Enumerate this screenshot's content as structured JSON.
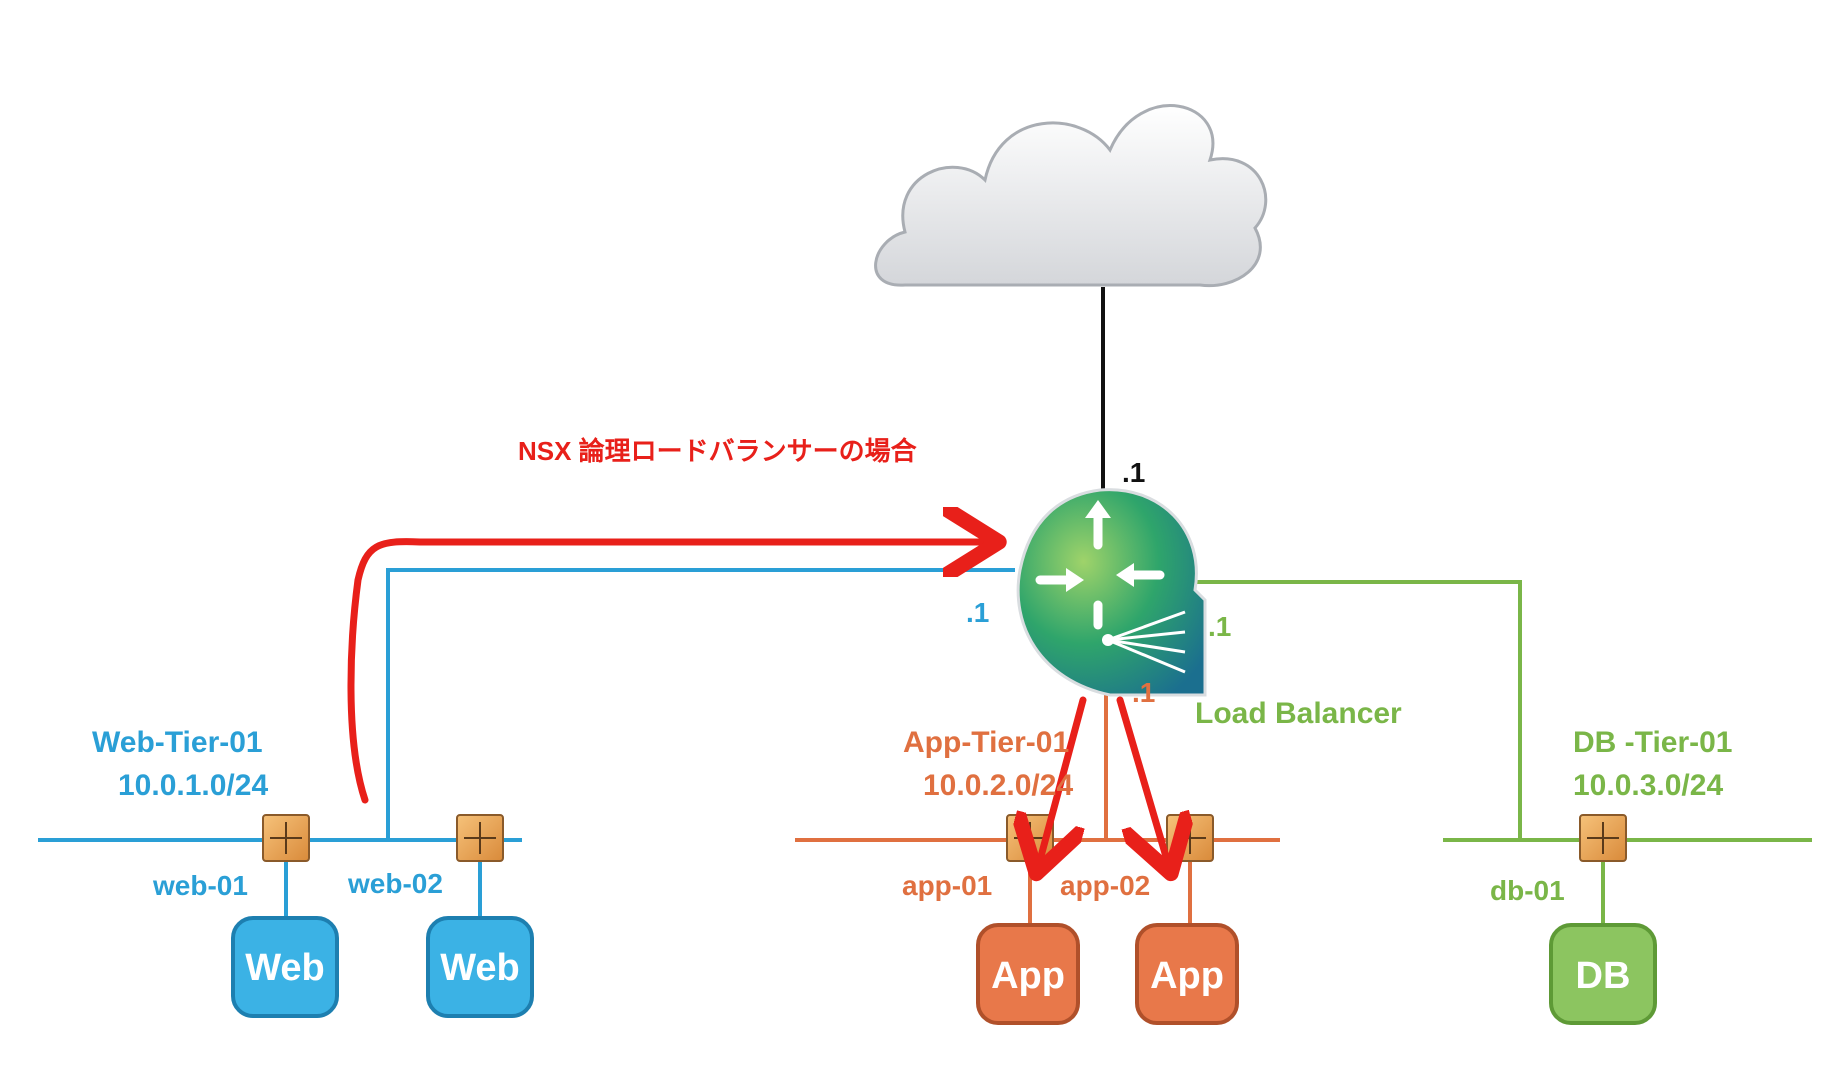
{
  "title": "NSX 論理ロードバランサーの場合",
  "router": {
    "uplink_ip": ".1",
    "web_ip": ".1",
    "db_ip": ".1",
    "app_ip": ".1"
  },
  "load_balancer_label": "Load Balancer",
  "tiers": {
    "web": {
      "name": "Web-Tier-01",
      "subnet": "10.0.1.0/24",
      "color": "#2a9fd6",
      "vms": [
        {
          "name": "web-01",
          "label": "Web"
        },
        {
          "name": "web-02",
          "label": "Web"
        }
      ]
    },
    "app": {
      "name": "App-Tier-01",
      "subnet": "10.0.2.0/24",
      "color": "#e07040",
      "vms": [
        {
          "name": "app-01",
          "label": "App"
        },
        {
          "name": "app-02",
          "label": "App"
        }
      ]
    },
    "db": {
      "name": "DB -Tier-01",
      "subnet": "10.0.3.0/24",
      "color": "#7ab648",
      "vms": [
        {
          "name": "db-01",
          "label": "DB"
        }
      ]
    }
  },
  "colors": {
    "traffic_arrow": "#e8201a",
    "uplink": "#111111"
  }
}
